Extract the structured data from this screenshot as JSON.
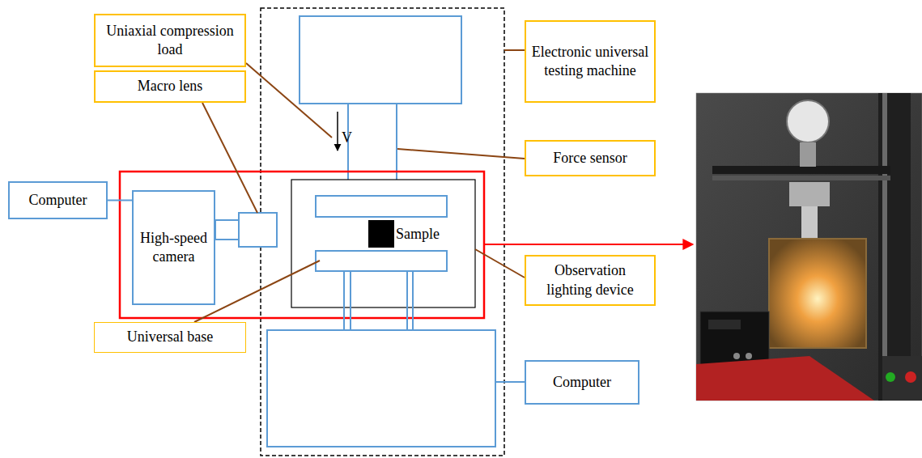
{
  "diagram": {
    "nodes": [
      {
        "text": [
          "Uniaxial compression load"
        ]
      },
      {
        "text": [
          "Electronic universal testing machine"
        ]
      },
      {
        "text": [
          "Macro lens"
        ]
      },
      {
        "text": [
          "Force sensor"
        ]
      },
      {
        "text": [
          "Computer"
        ]
      },
      {
        "text": [
          "High-speed camera"
        ]
      },
      {
        "text": [
          "Observation lighting device"
        ]
      },
      {
        "text": [
          "Universal base"
        ]
      },
      {
        "text": [
          "Computer"
        ]
      }
    ],
    "edges": [
      {
        "from": 4,
        "to": 5,
        "arrow": "none"
      }
    ],
    "labels": [
      "V",
      "Sample"
    ]
  }
}
